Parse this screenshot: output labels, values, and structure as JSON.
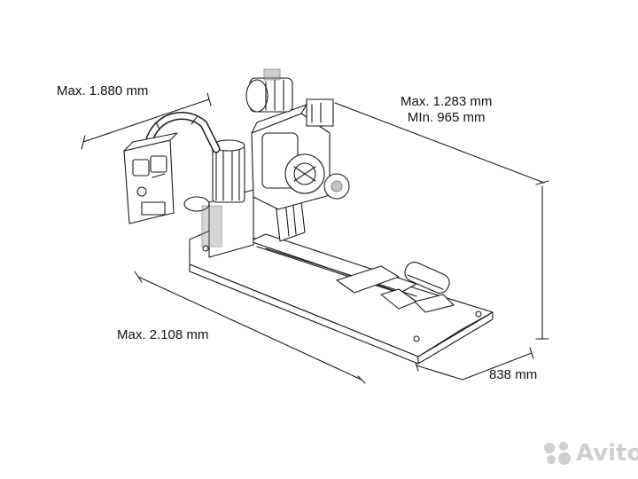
{
  "dimensions": {
    "width": "Max. 1.880 mm",
    "height_max": "Max. 1.283 mm",
    "height_min": "MIn. 965 mm",
    "length": "Max. 2.108 mm",
    "depth": "838 mm"
  },
  "watermark": {
    "text": "Avito",
    "icon": "avito-logo-icon",
    "color": "#cfcfcf"
  },
  "colors": {
    "line": "#1a1a1a",
    "fill": "#ffffff",
    "shade": "#8a8a8a"
  }
}
